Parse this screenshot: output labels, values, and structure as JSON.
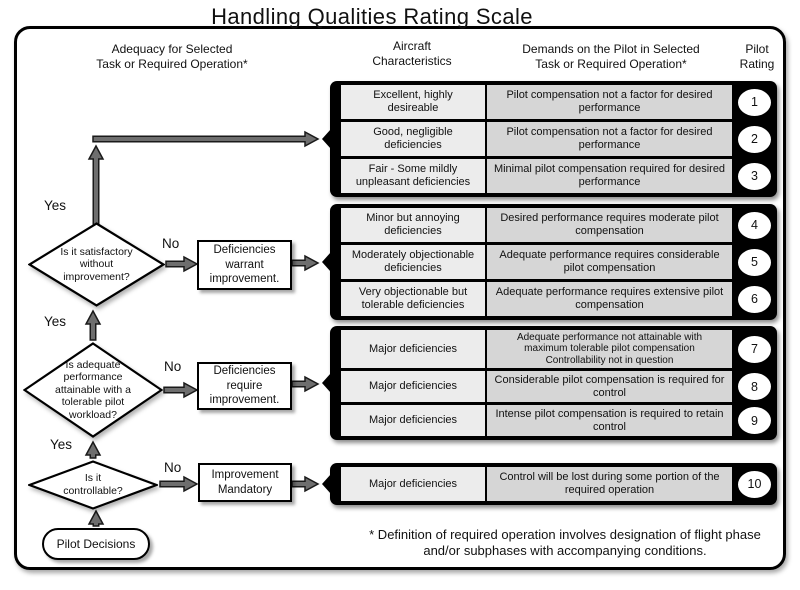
{
  "title": "Handling Qualities Rating Scale",
  "headers": {
    "adequacy": "Adequacy for Selected\nTask or Required  Operation*",
    "aircraft": "Aircraft\nCharacteristics",
    "demands": "Demands on the Pilot in Selected\nTask or Required Operation*",
    "rating": "Pilot\nRating"
  },
  "decisions": [
    {
      "question": "Is it satisfactory\nwithout\nimprovement?",
      "yes": "Yes",
      "no": "No",
      "action": "Deficiencies\nwarrant\nimprovement."
    },
    {
      "question": "Is adequate\nperformance\nattainable with a\ntolerable pilot\nworkload?",
      "yes": "Yes",
      "no": "No",
      "action": "Deficiencies\nrequire\nimprovement."
    },
    {
      "question": "Is it\ncontrollable?",
      "yes": "Yes",
      "no": "No",
      "action": "Improvement\nMandatory"
    }
  ],
  "start_node": "Pilot Decisions",
  "groups": [
    {
      "rows": [
        {
          "characteristics": "Excellent, highly\ndesireable",
          "demands": "Pilot compensation not a factor for desired\nperformance",
          "rating": "1"
        },
        {
          "characteristics": "Good, negligible\ndeficiencies",
          "demands": "Pilot compensation not a factor for desired\nperformance",
          "rating": "2"
        },
        {
          "characteristics": "Fair - Some mildly\nunpleasant deficiencies",
          "demands": "Minimal pilot compensation required for desired\nperformance",
          "rating": "3"
        }
      ]
    },
    {
      "rows": [
        {
          "characteristics": "Minor but annoying\ndeficiencies",
          "demands": "Desired performance requires moderate pilot\ncompensation",
          "rating": "4"
        },
        {
          "characteristics": "Moderately objectionable\ndeficiencies",
          "demands": "Adequate performance requires considerable\npilot compensation",
          "rating": "5"
        },
        {
          "characteristics": "Very objectionable but\ntolerable deficiencies",
          "demands": "Adequate performance requires extensive pilot\ncompensation",
          "rating": "6"
        }
      ]
    },
    {
      "rows": [
        {
          "characteristics": "Major deficiencies",
          "demands": "Adequate performance not attainable with\nmaximum tolerable pilot compensation\nControllability not in question",
          "rating": "7"
        },
        {
          "characteristics": "Major deficiencies",
          "demands": "Considerable pilot compensation is required for\ncontrol",
          "rating": "8"
        },
        {
          "characteristics": "Major deficiencies",
          "demands": "Intense pilot compensation is required to retain\ncontrol",
          "rating": "9"
        }
      ]
    },
    {
      "rows": [
        {
          "characteristics": "Major deficiencies",
          "demands": "Control will be lost during some portion of the\nrequired operation",
          "rating": "10"
        }
      ]
    }
  ],
  "footnote": "* Definition of required operation involves designation of flight phase\nand/or subphases with accompanying conditions."
}
